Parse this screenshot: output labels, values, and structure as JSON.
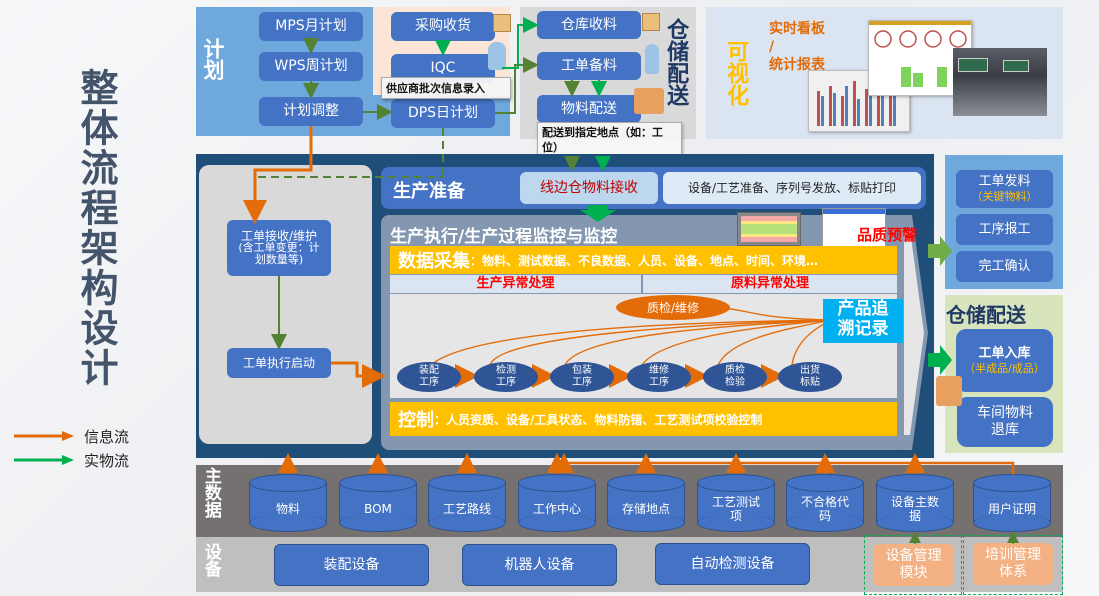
{
  "page_title": "整体流程架构设计",
  "legend": {
    "info_flow": "信息流",
    "material_flow": "实物流",
    "colors": {
      "info": "#e36c09",
      "material": "#00b050"
    }
  },
  "planning": {
    "label": "计划",
    "mps": "MPS月计划",
    "wps": "WPS周计划",
    "adjust": "计划调整",
    "purchase": "采购收货",
    "iqc": "IQC",
    "supplier_note": "供应商批次信息录入",
    "dps": "DPS日计划"
  },
  "warehouse_top": {
    "label": "仓储配送",
    "receive": "仓库收料",
    "prepare": "工单备料",
    "deliver": "物料配送",
    "deliver_note": "配送到指定地点（如：工位）"
  },
  "visual": {
    "label": "可视化",
    "caption_1": "实时看板",
    "caption_sep": "/",
    "caption_2": "统计报表"
  },
  "work_order": {
    "receive": "工单接收/维护",
    "receive_sub": "(含工单变更：计划数量等)",
    "start": "工单执行启动"
  },
  "prep": {
    "label": "生产准备",
    "line_receive": "线边仓物料接收",
    "equip_prep": "设备/工艺准备、序列号发放、标贴打印"
  },
  "exec": {
    "label": "生产执行/生产过程监控与监控",
    "quality_alert": "品质预警",
    "data_collect_title": "数据采集",
    "data_collect_items": "：物料、测试数据、不良数据、人员、设备、地点、时间、环境…",
    "prod_exception": "生产异常处理",
    "raw_exception": "原料异常处理",
    "qc_repair": "质检/维修",
    "trace": "产品追溯记录",
    "steps": [
      "装配工序",
      "检测工序",
      "包装工序",
      "维修工序",
      "质检检验",
      "出货标贴"
    ],
    "control_title": "控制",
    "control_items": "：人员资质、设备/工具状态、物料防错、工艺测试项校验控制"
  },
  "right_panel": {
    "issue": "工单发料",
    "issue_sub": "（关键物料）",
    "report": "工序报工",
    "confirm": "完工确认"
  },
  "warehouse_bottom": {
    "label": "仓储配送",
    "inbound": "工单入库",
    "inbound_sub": "（半成品/成品）",
    "return": "车间物料退库"
  },
  "master_data": {
    "label": "主数据",
    "items": [
      "物料",
      "BOM",
      "工艺路线",
      "工作中心",
      "存储地点",
      "工艺测试项",
      "不合格代码",
      "设备主数据",
      "用户证明"
    ]
  },
  "equipment": {
    "label": "设备",
    "items": [
      "装配设备",
      "机器人设备",
      "自动检测设备"
    ],
    "modules": [
      "设备管理模块",
      "培训管理体系"
    ]
  }
}
